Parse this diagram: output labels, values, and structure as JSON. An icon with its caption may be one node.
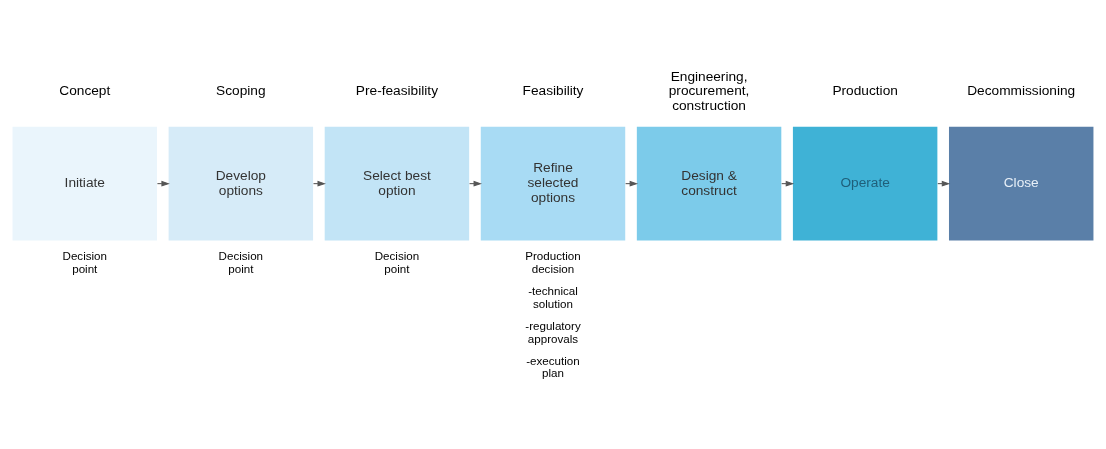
{
  "diagram": {
    "nodes": [
      {
        "text": [
          "Initiate"
        ],
        "beside": [
          "Concept"
        ]
      },
      {
        "text": [
          "Develop options"
        ],
        "beside": [
          "Scoping"
        ]
      },
      {
        "text": [
          "Select best option"
        ],
        "beside": [
          "Pre-feasibility"
        ]
      },
      {
        "text": [
          "Refine selected options"
        ],
        "beside": [
          "Feasibility"
        ]
      },
      {
        "text": [
          "Design & construct"
        ],
        "beside": [
          "Engineering, procurement, construction"
        ]
      },
      {
        "text": [
          "Operate"
        ],
        "beside": [
          "Production"
        ]
      },
      {
        "text": [
          "Close"
        ],
        "beside": [
          "Decommissioning"
        ]
      }
    ],
    "edges": [
      {
        "from": 0,
        "to": 1,
        "arrow": "to"
      },
      {
        "from": 1,
        "to": 2,
        "arrow": "to"
      },
      {
        "from": 2,
        "to": 3,
        "arrow": "to"
      },
      {
        "from": 3,
        "to": 4,
        "arrow": "to"
      },
      {
        "from": 4,
        "to": 5,
        "arrow": "to"
      },
      {
        "from": 5,
        "to": 6,
        "arrow": "to"
      }
    ],
    "labels": [
      "Decision point",
      "Decision point",
      "Decision point",
      "Production decision",
      "-technical solution",
      "-regulatory approvals",
      "-execution plan"
    ]
  }
}
